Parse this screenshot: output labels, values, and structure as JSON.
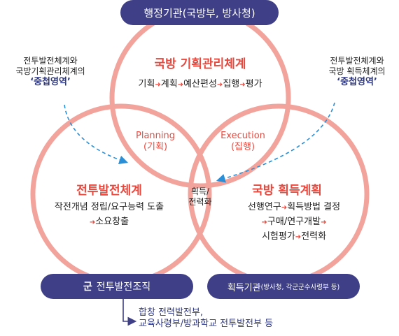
{
  "top_label": "행정기관(국방부, 방사청)",
  "defense_planning": {
    "title": "국방 기획관리체계",
    "steps": [
      "기획",
      "계획",
      "예산편성",
      "집행",
      "평가"
    ]
  },
  "force_development": {
    "title": "전투발전체계",
    "line1_a": "작전개념 정립/요구능력 도출",
    "line2_b": "소요창출"
  },
  "acquisition": {
    "title": "국방 획득계획",
    "line1_a": "선행연구",
    "line1_b": "획득방법 결정",
    "line2_a": "구매/연구개발",
    "line3_a": "시험평가",
    "line3_b": "전력화"
  },
  "overlap_planning": {
    "en": "Planning",
    "ko": "(기획)"
  },
  "overlap_execution": {
    "en": "Execution",
    "ko": "(집행)"
  },
  "overlap_center": {
    "line1": "획득/",
    "line2": "전력화"
  },
  "left_note": {
    "line1": "전투발전체계와",
    "line2": "국방기획관리체계의",
    "line3": "‘중첩영역’"
  },
  "right_note": {
    "line1": "전투발전체계와",
    "line2": "국방 획득체계의",
    "line3": "‘중첩영역’"
  },
  "bottom_left": {
    "icon": "군",
    "label": "전투발전조직"
  },
  "bottom_right": {
    "main": "획득기관",
    "sub": "(방사청, 각군군수사령부 등)"
  },
  "bottom_note": {
    "line1": "합창 전력발전부,",
    "line2": "교육사령부/방과학교 전투발전부 등"
  },
  "colors": {
    "navy": "#3e3f86",
    "circle": "#f2a49c",
    "accent": "#e8483d",
    "leader": "#2a8fd6"
  }
}
